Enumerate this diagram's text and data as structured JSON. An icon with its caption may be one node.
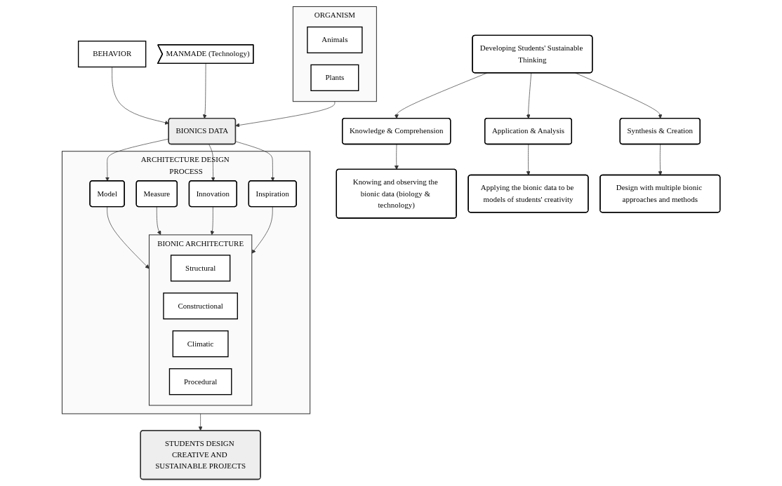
{
  "diagram": {
    "nodes": [
      {
        "text": [
          "Developing Students' Sustainable Thinking"
        ]
      },
      {
        "text": [
          "Knowledge & Comprehension"
        ]
      },
      {
        "text": [
          "Application & Analysis"
        ]
      },
      {
        "text": [
          "Synthesis & Creation"
        ]
      },
      {
        "text": [
          "Knowing and observing the bionic data (biology & technology)"
        ]
      },
      {
        "text": [
          "Applying the bionic data to be models of students' creativity"
        ]
      },
      {
        "text": [
          "Design with multiple bionic approaches and methods"
        ]
      },
      {
        "text": [
          "BEHAVIOR"
        ]
      },
      {
        "text": [
          "ORGANISM"
        ]
      },
      {
        "text": [
          "Animals"
        ],
        "in": 8
      },
      {
        "text": [
          "Plants"
        ],
        "in": 8
      },
      {
        "text": [
          "MANMADE (Technology)"
        ]
      },
      {
        "text": [
          "BIONICS DATA"
        ]
      },
      {
        "text": [
          "ARCHITECTURE DESIGN PROCESS"
        ]
      },
      {
        "text": [
          "Model"
        ],
        "in": 13
      },
      {
        "text": [
          "Measure"
        ],
        "in": 13
      },
      {
        "text": [
          "Innovation"
        ],
        "in": 13
      },
      {
        "text": [
          "Inspiration"
        ],
        "in": 13
      },
      {
        "text": [
          "BIONIC ARCHITECTURE"
        ],
        "in": 13
      },
      {
        "text": [
          "Structural"
        ],
        "in": 18
      },
      {
        "text": [
          "Constructional"
        ],
        "in": 18
      },
      {
        "text": [
          "Climatic"
        ],
        "in": 18
      },
      {
        "text": [
          "Procedural"
        ],
        "in": 18
      },
      {
        "text": [
          "STUDENTS DESIGN CREATIVE AND SUSTAINABLE PROJECTS"
        ]
      }
    ],
    "edges": [
      {
        "from": 0,
        "to": 1,
        "arrow": "to"
      },
      {
        "from": 0,
        "to": 2,
        "arrow": "to"
      },
      {
        "from": 0,
        "to": 3,
        "arrow": "to"
      },
      {
        "from": 1,
        "to": 4,
        "arrow": "to"
      },
      {
        "from": 2,
        "to": 5,
        "arrow": "to"
      },
      {
        "from": 3,
        "to": 6,
        "arrow": "to"
      },
      {
        "from": 7,
        "to": 12,
        "arrow": "to"
      },
      {
        "from": 8,
        "to": 12,
        "arrow": "to"
      },
      {
        "from": 11,
        "to": 12,
        "arrow": "to"
      },
      {
        "from": 12,
        "to": 14,
        "arrow": "to"
      },
      {
        "from": 12,
        "to": 16,
        "arrow": "to"
      },
      {
        "from": 12,
        "to": 17,
        "arrow": "to"
      },
      {
        "from": 14,
        "to": 18,
        "arrow": "to"
      },
      {
        "from": 15,
        "to": 18,
        "arrow": "to"
      },
      {
        "from": 16,
        "to": 18,
        "arrow": "to"
      },
      {
        "from": 17,
        "to": 18,
        "arrow": "to"
      },
      {
        "from": 13,
        "to": 23,
        "arrow": "to"
      }
    ]
  }
}
